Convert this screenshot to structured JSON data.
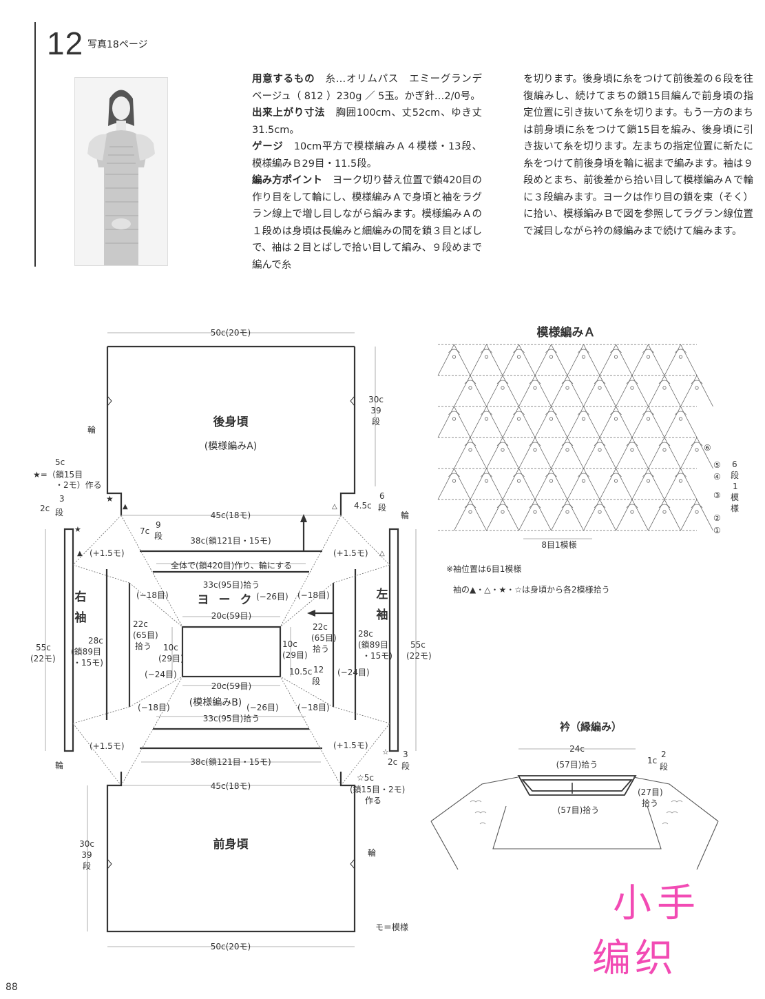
{
  "header": {
    "number": "12",
    "photo_ref": "写真18ページ"
  },
  "text": {
    "yoi_label": "用意するもの",
    "yoi_body": "糸…オリムパス　エミーグランデ　ベージュ（ 812 ）230g ／ 5玉。かぎ針…2/0号。",
    "size_label": "出来上がり寸法",
    "size_body": "胸囲100cm、丈52cm、ゆき丈31.5cm。",
    "gauge_label": "ゲージ",
    "gauge_body": "10cm平方で模様編みＡ４模様・13段、模様編みＢ29目・11.5段。",
    "point_label": "編み方ポイント",
    "point_body": "ヨーク切り替え位置で鎖420目の作り目をして輪にし、模様編みＡで身頃と袖をラグラン線上で増し目しながら編みます。模様編みＡの１段めは身頃は長編みと細編みの間を鎖３目とばしで、袖は２目とばしで拾い目して編み、９段めまで編んで糸",
    "col2_body": "を切ります。後身頃に糸をつけて前後差の６段を往復編みし、続けてまちの鎖15目編んで前身頃の指定位置に引き抜いて糸を切ります。もう一方のまちは前身頃に糸をつけて鎖15目を編み、後身頃に引き抜いて糸を切ります。左まちの指定位置に新たに糸をつけて前後身頃を輪に裾まで編みます。袖は９段めとまち、前後差から拾い目して模様編みＡで輪に３段編みます。ヨークは作り目の鎖を束（そく）に拾い、模様編みＢで図を参照してラグラン線位置で減目しながら衿の縁編みまで続けて編みます。"
  },
  "diagram": {
    "top_width": "50c(20モ)",
    "back_name": "後身頃",
    "back_pattern": "(模様編みA)",
    "back_h1": "30c",
    "back_h2": "39",
    "back_h3": "段",
    "ring": "輪",
    "star1": "5c",
    "star2": "★=（鎖15目",
    "star3": "・2モ）作る",
    "left2c": "2c",
    "left3": "3",
    "left_dan": "段",
    "right45": "4.5c",
    "right6": "6",
    "right_dan": "段",
    "w45": "45c(18モ)",
    "c7": "7c",
    "c9": "9",
    "c_dan": "段",
    "w38": "38c(鎖121目・15モ)",
    "plus15": "(+1.5モ)",
    "all420": "全体で(鎖420目)作り、輪にする",
    "w33": "33c(95目)拾う",
    "m18": "(−18目)",
    "m26": "(−26目)",
    "m24": "(−24目)",
    "yoke": "ヨーク",
    "w20": "20c(59目)",
    "c22": "22c",
    "c65": "(65目)",
    "hirou": "拾う",
    "c10": "10c",
    "c29": "(29目)",
    "c105": "10.5c",
    "c12": "12",
    "dan": "段",
    "sleeve_r1": "右",
    "sleeve_r2": "袖",
    "sleeve_l1": "左",
    "sleeve_l2": "袖",
    "c28": "28c",
    "c89": "(鎖89目",
    "c15mo": "・15モ)",
    "c55": "55c",
    "c22mo": "(22モ)",
    "patB": "(模様編みB)",
    "c2b": "2c",
    "c3b": "3",
    "danb": "段",
    "star4": "☆5c",
    "star5": "(鎖15目・2モ)",
    "star6": "作る",
    "front_name": "前身頃",
    "mo_note": "モ＝模様",
    "bottom_width": "50c(20モ)"
  },
  "patternA": {
    "title": "模様編みＡ",
    "rows": [
      "①",
      "②",
      "③",
      "④",
      "⑤",
      "⑥"
    ],
    "repeat_v1": "6",
    "repeat_v2": "段",
    "repeat_v3": "1",
    "repeat_v4": "模",
    "repeat_v5": "様",
    "repeat_h": "8目1模様",
    "note1": "※袖位置は6目1模様",
    "note2": "袖の▲・△・★・☆は身頃から各2模様拾う"
  },
  "collar": {
    "title": "衿（縁編み）",
    "w24": "24c",
    "top57": "(57目)拾う",
    "bot57": "(57目)拾う",
    "c1": "1c",
    "c2": "2",
    "dan": "段",
    "c27": "(27目)",
    "hirou": "拾う"
  },
  "footer": {
    "page": "88",
    "watermark1": "小手",
    "watermark2": "编织"
  }
}
